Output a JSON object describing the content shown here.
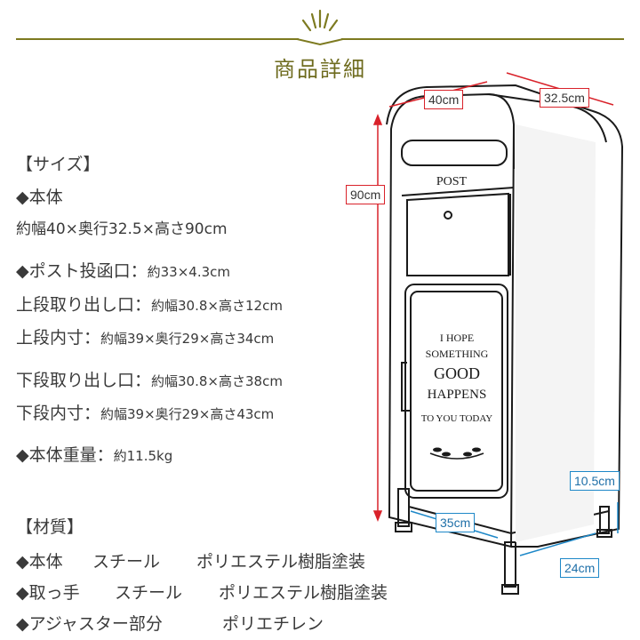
{
  "header": {
    "title": "商品詳細",
    "line_color": "#7d7a20"
  },
  "size_section": {
    "heading": "【サイズ】",
    "body_label": "◆本体",
    "body_dims": "約幅40×奥行32.5×高さ90cm",
    "slot_label": "◆ポスト投函口：",
    "slot_value": "約33×4.3cm",
    "upper_opening_label": "上段取り出し口：",
    "upper_opening_value": "約幅30.8×高さ12cm",
    "upper_inner_label": "上段内寸：",
    "upper_inner_value": "約幅39×奥行29×高さ34cm",
    "lower_opening_label": "下段取り出し口：",
    "lower_opening_value": "約幅30.8×高さ38cm",
    "lower_inner_label": "下段内寸：",
    "lower_inner_value": "約幅39×奥行29×高さ43cm",
    "weight_label": "◆本体重量：",
    "weight_value": "約11.5kg"
  },
  "material_section": {
    "heading": "【材質】",
    "rows": [
      {
        "part": "◆本体",
        "material": "スチール",
        "finish": "ポリエステル樹脂塗装"
      },
      {
        "part": "◆取っ手",
        "material": "スチール",
        "finish": "ポリエステル樹脂塗装"
      },
      {
        "part": "◆アジャスター部分",
        "material": "",
        "finish": "ポリエチレン"
      }
    ]
  },
  "product_image": {
    "post_label": "POST",
    "door_text": [
      "I HOPE",
      "SOMETHING",
      "GOOD",
      "HAPPENS",
      "TO YOU TODAY"
    ]
  },
  "dimension_labels": {
    "width": "40cm",
    "depth": "32.5cm",
    "height": "90cm",
    "leg_height": "10.5cm",
    "base_width": "35cm",
    "base_depth": "24cm"
  },
  "colors": {
    "red": "#d9222a",
    "blue": "#1e88c8",
    "accent": "#7d7a20"
  }
}
